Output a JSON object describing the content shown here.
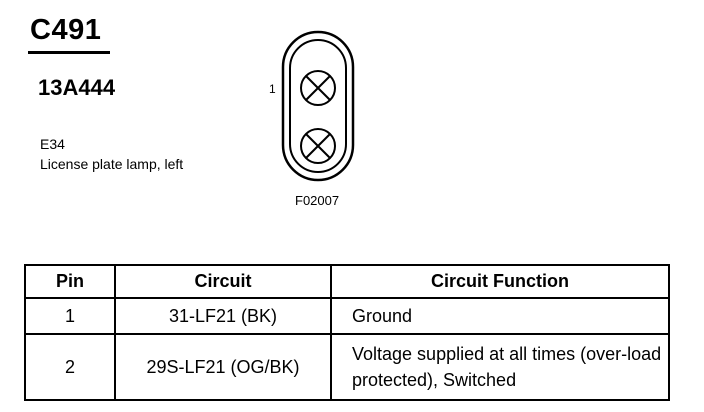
{
  "connector": {
    "id": "C491",
    "part_number": "13A444",
    "component_code": "E34",
    "component_description": "License plate lamp, left",
    "pin_label": "1",
    "figure_code": "F02007"
  },
  "table": {
    "headers": [
      "Pin",
      "Circuit",
      "Circuit Function"
    ],
    "rows": [
      {
        "pin": "1",
        "circuit": "31-LF21 (BK)",
        "function": "Ground"
      },
      {
        "pin": "2",
        "circuit": "29S-LF21 (OG/BK)",
        "function": "Voltage supplied at all times (over-load protected), Switched"
      }
    ]
  }
}
